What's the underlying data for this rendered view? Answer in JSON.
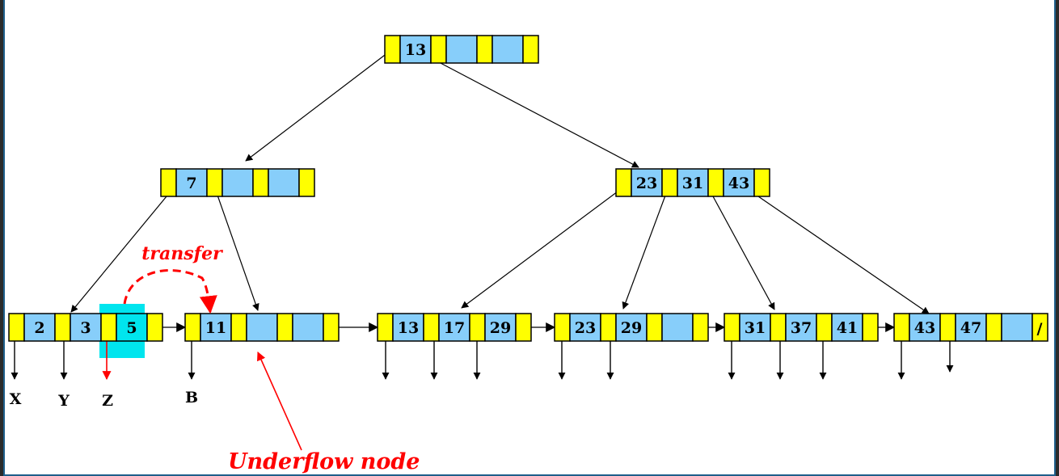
{
  "colors": {
    "pointer_cell": "#ffff00",
    "key_cell": "#87cefa",
    "highlight": "#00e5ee",
    "annotation": "#ff0000"
  },
  "nodes": {
    "root": {
      "keys": [
        "13",
        "",
        ""
      ]
    },
    "left_int": {
      "keys": [
        "7",
        "",
        ""
      ]
    },
    "right_int": {
      "keys": [
        "23",
        "31",
        "43"
      ]
    },
    "leaf1": {
      "keys": [
        "2",
        "3",
        "5"
      ]
    },
    "leaf2": {
      "keys": [
        "11",
        "",
        ""
      ]
    },
    "leaf3": {
      "keys": [
        "13",
        "17",
        "29"
      ]
    },
    "leaf4": {
      "keys": [
        "23",
        "29",
        ""
      ]
    },
    "leaf5": {
      "keys": [
        "31",
        "37",
        "41"
      ]
    },
    "leaf6": {
      "keys": [
        "43",
        "47",
        ""
      ]
    }
  },
  "null_marker": "/",
  "pointer_labels": [
    "X",
    "Y",
    "Z",
    "B"
  ],
  "annotations": {
    "transfer": "transfer",
    "underflow": "Underflow node"
  }
}
